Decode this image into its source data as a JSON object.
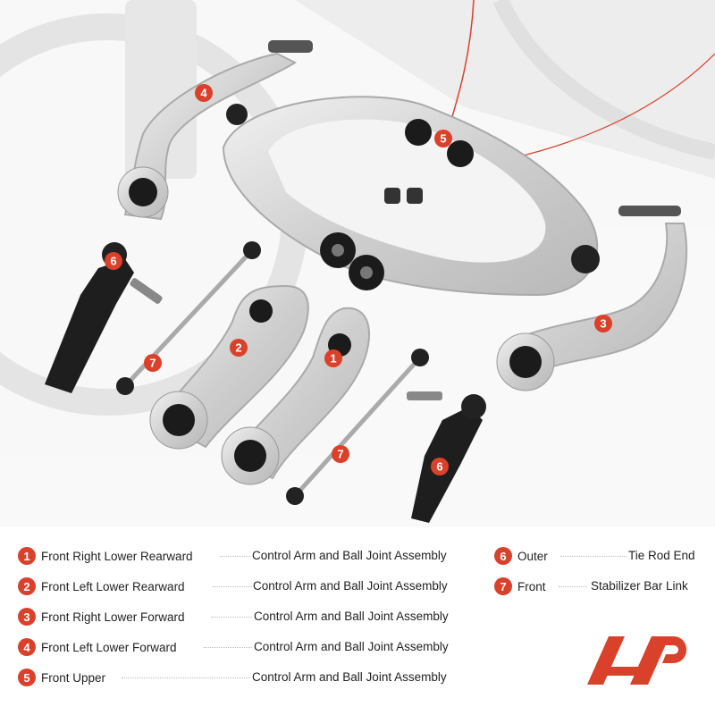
{
  "parts": [
    {
      "num": "1",
      "name": "Front Right Lower Rearward",
      "desc": "Control Arm and Ball Joint Assembly"
    },
    {
      "num": "2",
      "name": "Front Left Lower Rearward",
      "desc": "Control Arm and Ball Joint Assembly"
    },
    {
      "num": "3",
      "name": "Front Right Lower Forward",
      "desc": "Control Arm and Ball Joint Assembly"
    },
    {
      "num": "4",
      "name": "Front Left Lower Forward",
      "desc": "Control Arm and Ball Joint Assembly"
    },
    {
      "num": "5",
      "name": "Front Upper",
      "desc": "Control Arm and Ball Joint Assembly"
    },
    {
      "num": "6",
      "name": "Outer",
      "desc": "Tie Rod End"
    },
    {
      "num": "7",
      "name": "Front",
      "desc": "Stabilizer Bar Link"
    }
  ],
  "photo_badges": [
    "4",
    "5",
    "6",
    "3",
    "2",
    "1",
    "7",
    "7",
    "6"
  ],
  "colors": {
    "accent": "#d9412b",
    "metal": "#d8d8d8",
    "bushing": "#1b1b1b",
    "background_car": "#e6e6e6"
  },
  "logo": {
    "icon": "brand-logo-icon"
  }
}
